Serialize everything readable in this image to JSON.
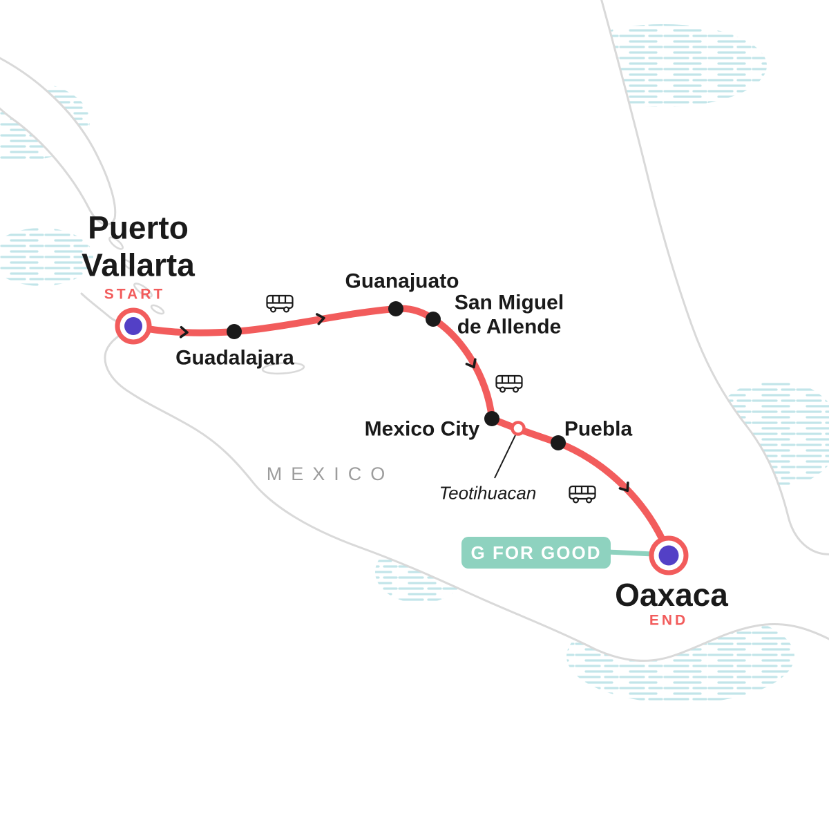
{
  "colors": {
    "route": "#f25c5c",
    "marker": "#5340c6",
    "stop": "#1a1a1a",
    "badge": "#8ed2bf",
    "badge_text": "#ffffff",
    "coast": "#d9d9d9",
    "water": "#c2e5e9",
    "country": "#9c9c9c",
    "text": "#1a1a1a"
  },
  "country_label": "MEXICO",
  "route": {
    "start": {
      "city_line1": "Puerto",
      "city_line2": "Vallarta",
      "tag": "START"
    },
    "end": {
      "city": "Oaxaca",
      "tag": "END"
    },
    "stops": {
      "guadalajara": "Guadalajara",
      "guanajuato": "Guanajuato",
      "san_miguel_line1": "San Miguel",
      "san_miguel_line2": "de Allende",
      "mexico_city": "Mexico City",
      "puebla": "Puebla"
    },
    "excursion": {
      "teotihuacan": "Teotihuacan"
    },
    "transport_mode": "bus"
  },
  "badge": {
    "label": "G FOR GOOD"
  }
}
